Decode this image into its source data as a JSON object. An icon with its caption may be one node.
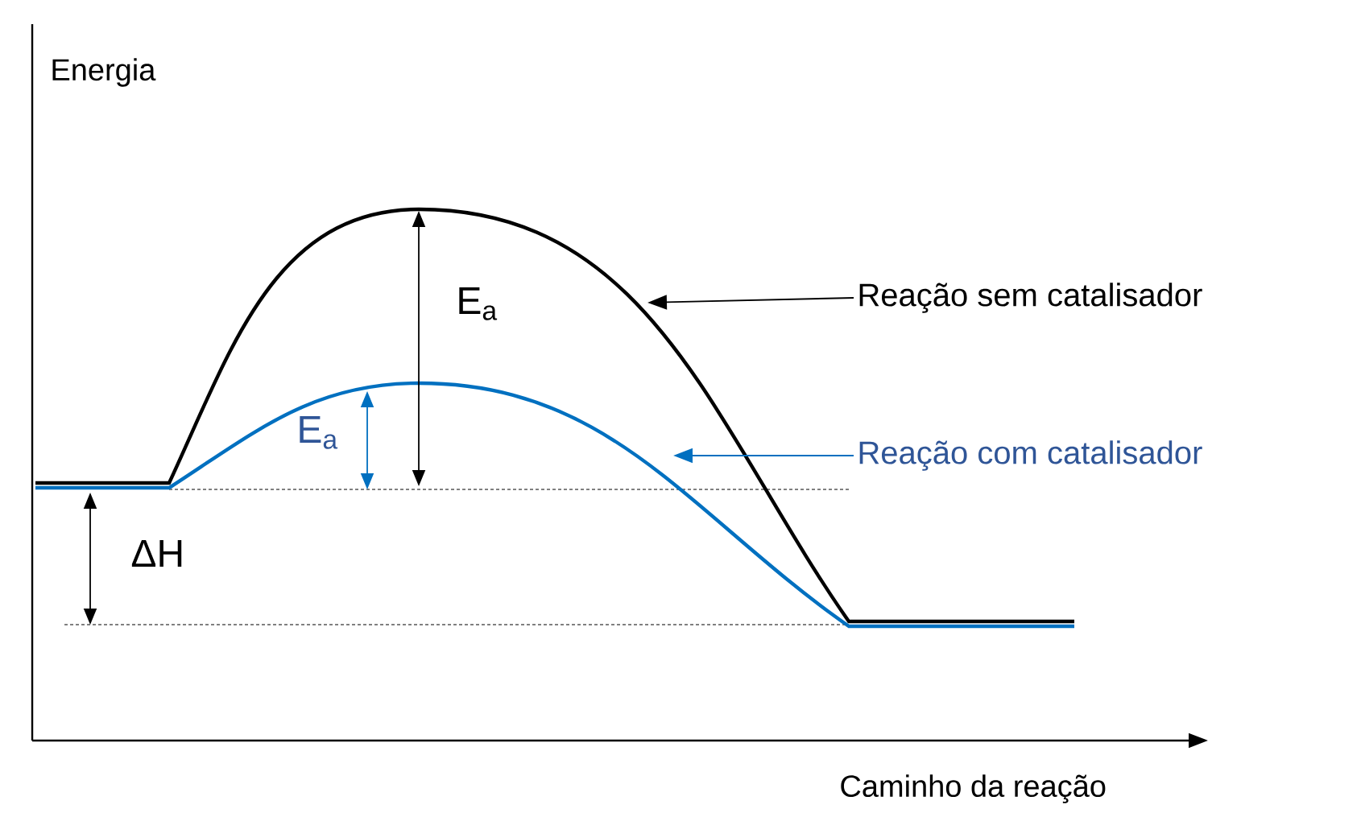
{
  "diagram": {
    "nodes": [
      {
        "text": [
          "Reação sem catalisador"
        ]
      },
      {
        "text": [
          "Reação com catalisador"
        ]
      }
    ],
    "edges": [
      {
        "from": 0,
        "to": null,
        "arrow": "to"
      },
      {
        "from": 1,
        "to": null,
        "arrow": "to",
        "color": "#0070c0"
      }
    ],
    "labels": [
      "Energia",
      "E$_{a}$",
      "E$_{a}$",
      "ΔH",
      "Caminho da reação"
    ]
  }
}
